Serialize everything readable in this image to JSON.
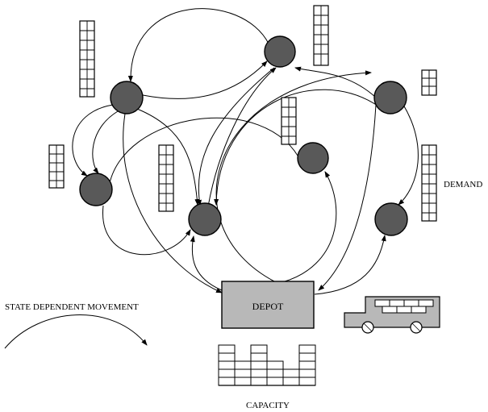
{
  "labels": {
    "demand": "DEMAND",
    "depot": "DEPOT",
    "capacity": "CAPACITY",
    "state_movement": "STATE DEPENDENT MOVEMENT"
  },
  "colors": {
    "node_fill": "#595959",
    "depot_fill": "#b8b8b8",
    "line": "#000000"
  },
  "icons": [
    "vehicle-icon",
    "brick-stack-icon",
    "wheel-icon"
  ]
}
